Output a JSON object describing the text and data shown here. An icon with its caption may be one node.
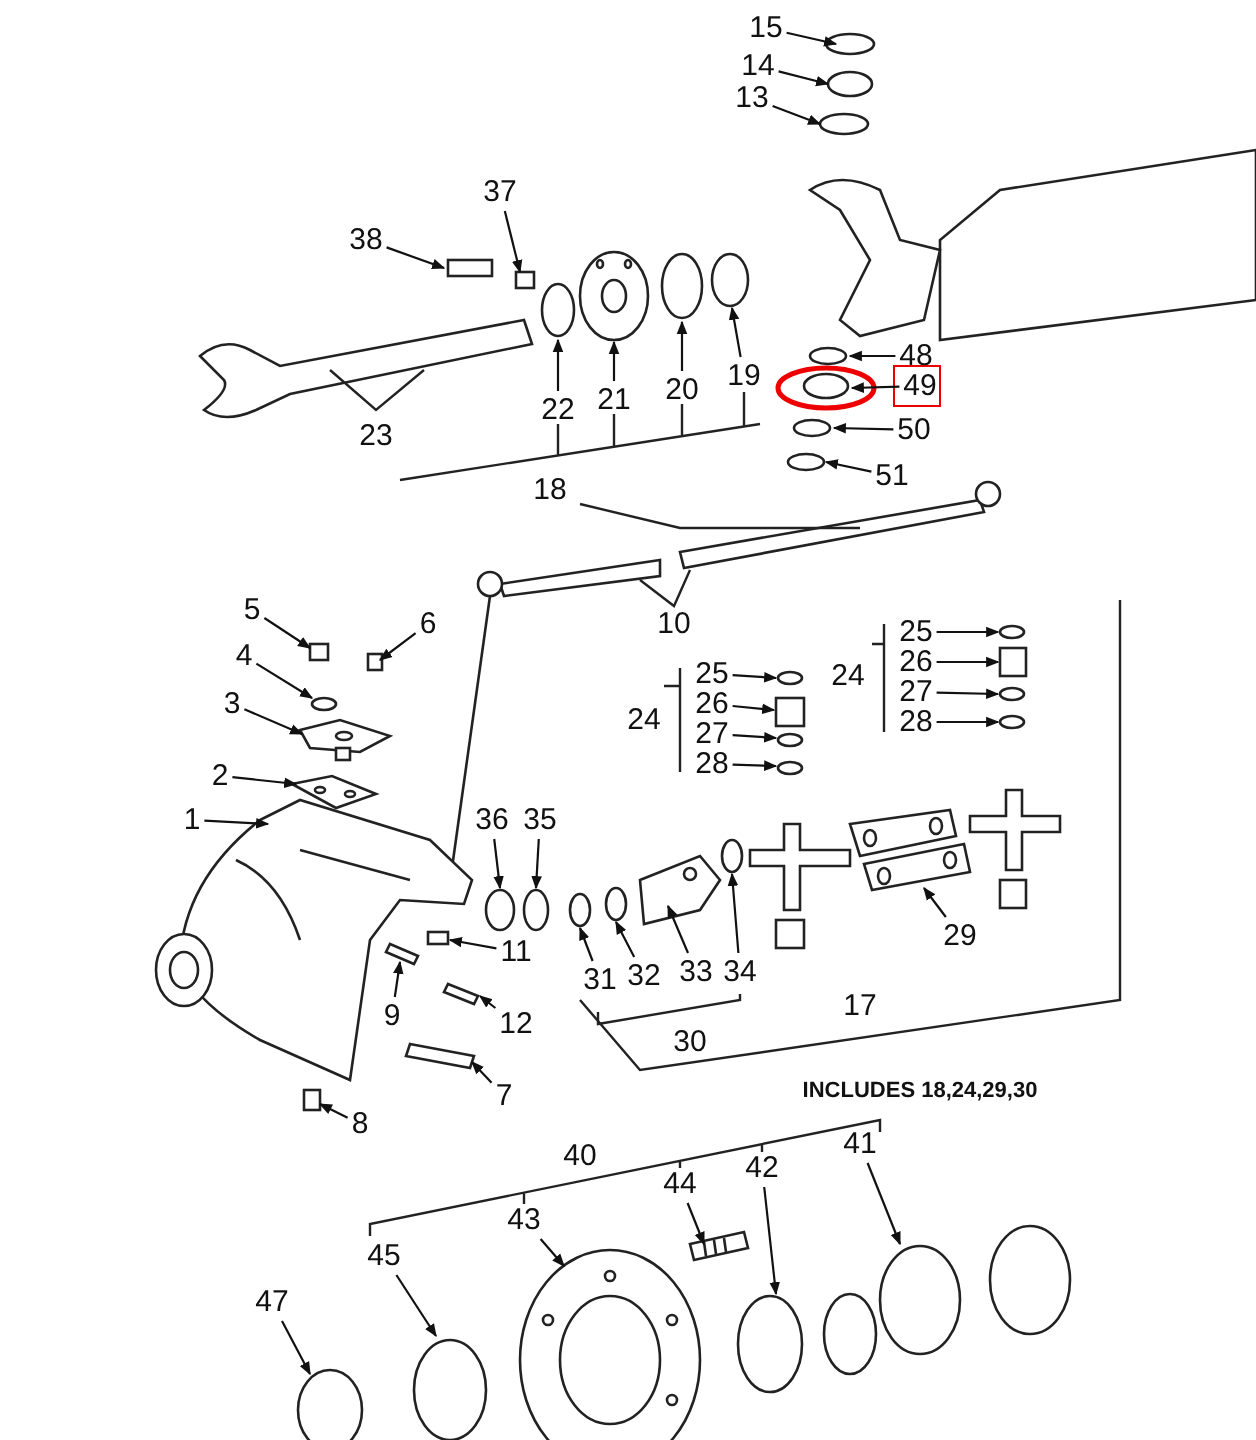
{
  "diagram": {
    "nodes": [
      {
        "text": [
          "15"
        ]
      },
      {
        "text": [
          "14"
        ]
      },
      {
        "text": [
          "13"
        ]
      },
      {
        "text": [
          "38"
        ]
      },
      {
        "text": [
          "37"
        ]
      },
      {
        "text": [
          "22"
        ]
      },
      {
        "text": [
          "21"
        ]
      },
      {
        "text": [
          "20"
        ]
      },
      {
        "text": [
          "19"
        ]
      },
      {
        "text": [
          "48"
        ]
      },
      {
        "text": [
          "49"
        ]
      },
      {
        "text": [
          "50"
        ]
      },
      {
        "text": [
          "51"
        ]
      },
      {
        "text": [
          "5"
        ]
      },
      {
        "text": [
          "6"
        ]
      },
      {
        "text": [
          "4"
        ]
      },
      {
        "text": [
          "3"
        ]
      },
      {
        "text": [
          "2"
        ]
      },
      {
        "text": [
          "1"
        ]
      },
      {
        "text": [
          "36"
        ]
      },
      {
        "text": [
          "35"
        ]
      },
      {
        "text": [
          "11"
        ]
      },
      {
        "text": [
          "9"
        ]
      },
      {
        "text": [
          "12"
        ]
      },
      {
        "text": [
          "7"
        ]
      },
      {
        "text": [
          "8"
        ]
      },
      {
        "text": [
          "31"
        ]
      },
      {
        "text": [
          "32"
        ]
      },
      {
        "text": [
          "33"
        ]
      },
      {
        "text": [
          "34"
        ]
      },
      {
        "text": [
          "29"
        ]
      },
      {
        "text": [
          "25"
        ]
      },
      {
        "text": [
          "26"
        ]
      },
      {
        "text": [
          "27"
        ]
      },
      {
        "text": [
          "28"
        ]
      },
      {
        "text": [
          "25"
        ]
      },
      {
        "text": [
          "26"
        ]
      },
      {
        "text": [
          "27"
        ]
      },
      {
        "text": [
          "28"
        ]
      },
      {
        "text": [
          "44"
        ]
      },
      {
        "text": [
          "43"
        ]
      },
      {
        "text": [
          "42"
        ]
      },
      {
        "text": [
          "41"
        ]
      },
      {
        "text": [
          "45"
        ]
      },
      {
        "text": [
          "47"
        ]
      },
      {
        "text": [],
        "shape": "circle"
      },
      {
        "text": [],
        "shape": "circle"
      },
      {
        "text": [],
        "shape": "circle"
      },
      {
        "text": [],
        "shape": "box"
      },
      {
        "text": [],
        "shape": "box"
      },
      {
        "text": [],
        "shape": "circle"
      },
      {
        "text": [],
        "shape": "picture"
      },
      {
        "text": [],
        "shape": "circle"
      },
      {
        "text": [],
        "shape": "circle"
      },
      {
        "text": [],
        "shape": "circle"
      },
      {
        "text": [],
        "shape": "circle"
      },
      {
        "text": [],
        "shape": "circle"
      },
      {
        "text": [],
        "shape": "circle"
      },
      {
        "text": [],
        "shape": "box"
      },
      {
        "text": [],
        "shape": "box"
      },
      {
        "text": [],
        "shape": "circle"
      },
      {
        "text": [],
        "shape": "picture"
      },
      {
        "text": [],
        "shape": "picture"
      },
      {
        "text": [],
        "shape": "picture"
      },
      {
        "text": [],
        "shape": "circle"
      },
      {
        "text": [],
        "shape": "circle"
      },
      {
        "text": [],
        "shape": "box"
      },
      {
        "text": [],
        "shape": "bar"
      },
      {
        "text": [],
        "shape": "bar"
      },
      {
        "text": [],
        "shape": "bar"
      },
      {
        "text": [],
        "shape": "box"
      },
      {
        "text": [],
        "shape": "circle"
      },
      {
        "text": [],
        "shape": "circle"
      },
      {
        "text": [],
        "shape": "picture"
      },
      {
        "text": [],
        "shape": "circle"
      },
      {
        "text": [],
        "shape": "picture"
      },
      {
        "text": [],
        "shape": "circle"
      },
      {
        "text": [],
        "shape": "box"
      },
      {
        "text": [],
        "shape": "circle"
      },
      {
        "text": [],
        "shape": "circle"
      },
      {
        "text": [],
        "shape": "circle"
      },
      {
        "text": [],
        "shape": "box"
      },
      {
        "text": [],
        "shape": "circle"
      },
      {
        "text": [],
        "shape": "circle"
      },
      {
        "text": [],
        "shape": "picture"
      },
      {
        "text": [],
        "shape": "picture"
      },
      {
        "text": [],
        "shape": "circle"
      },
      {
        "text": [],
        "shape": "circle"
      },
      {
        "text": [],
        "shape": "circle"
      },
      {
        "text": [],
        "shape": "circle"
      }
    ],
    "edges": [
      {
        "from": 0,
        "to": 45,
        "arrow": "to"
      },
      {
        "from": 1,
        "to": 46,
        "arrow": "to"
      },
      {
        "from": 2,
        "to": 47,
        "arrow": "to"
      },
      {
        "from": 3,
        "to": 48,
        "arrow": "to"
      },
      {
        "from": 4,
        "to": 49,
        "arrow": "to"
      },
      {
        "from": 5,
        "to": 50,
        "arrow": "to"
      },
      {
        "from": 6,
        "to": 51,
        "arrow": "to"
      },
      {
        "from": 7,
        "to": 52,
        "arrow": "to"
      },
      {
        "from": 8,
        "to": 53,
        "arrow": "to"
      },
      {
        "from": 9,
        "to": 54,
        "arrow": "to"
      },
      {
        "from": 10,
        "to": 55,
        "arrow": "to"
      },
      {
        "from": 11,
        "to": 56,
        "arrow": "to"
      },
      {
        "from": 12,
        "to": 57,
        "arrow": "to"
      },
      {
        "from": 13,
        "to": 58,
        "arrow": "to"
      },
      {
        "from": 14,
        "to": 59,
        "arrow": "to"
      },
      {
        "from": 15,
        "to": 60,
        "arrow": "to"
      },
      {
        "from": 16,
        "to": 61,
        "arrow": "to"
      },
      {
        "from": 17,
        "to": 62,
        "arrow": "to"
      },
      {
        "from": 18,
        "to": 63,
        "arrow": "to"
      },
      {
        "from": 19,
        "to": 64,
        "arrow": "to"
      },
      {
        "from": 20,
        "to": 65,
        "arrow": "to"
      },
      {
        "from": 21,
        "to": 66,
        "arrow": "to"
      },
      {
        "from": 22,
        "to": 67,
        "arrow": "to"
      },
      {
        "from": 23,
        "to": 68,
        "arrow": "to"
      },
      {
        "from": 24,
        "to": 69,
        "arrow": "to"
      },
      {
        "from": 25,
        "to": 70,
        "arrow": "to"
      },
      {
        "from": 26,
        "to": 71,
        "arrow": "to"
      },
      {
        "from": 27,
        "to": 72,
        "arrow": "to"
      },
      {
        "from": 28,
        "to": 73,
        "arrow": "to"
      },
      {
        "from": 29,
        "to": 74,
        "arrow": "to"
      },
      {
        "from": 30,
        "to": 75,
        "arrow": "to"
      },
      {
        "from": 31,
        "to": 76,
        "arrow": "to"
      },
      {
        "from": 32,
        "to": 77,
        "arrow": "to"
      },
      {
        "from": 33,
        "to": 78,
        "arrow": "to"
      },
      {
        "from": 34,
        "to": 79,
        "arrow": "to"
      },
      {
        "from": 35,
        "to": 80,
        "arrow": "to"
      },
      {
        "from": 36,
        "to": 81,
        "arrow": "to"
      },
      {
        "from": 37,
        "to": 82,
        "arrow": "to"
      },
      {
        "from": 38,
        "to": 83,
        "arrow": "to"
      },
      {
        "from": 39,
        "to": 84,
        "arrow": "to"
      },
      {
        "from": 40,
        "to": 85,
        "arrow": "to"
      },
      {
        "from": 41,
        "to": 86,
        "arrow": "to"
      },
      {
        "from": 42,
        "to": 87,
        "arrow": "to"
      },
      {
        "from": 43,
        "to": 88,
        "arrow": "to"
      },
      {
        "from": 44,
        "to": 89,
        "arrow": "to"
      }
    ],
    "labels": [
      "23",
      "18",
      "10",
      "24",
      "24",
      "30",
      "17",
      "INCLUDES 18,24,29,30",
      "40"
    ]
  }
}
